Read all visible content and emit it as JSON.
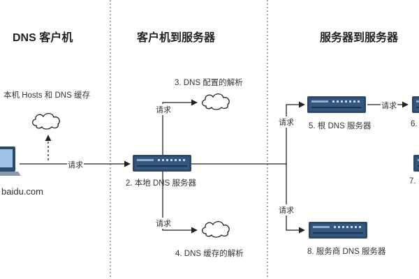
{
  "columns": {
    "client": "DNS 客户机",
    "client_to_server": "客户机到服务器",
    "server_to_server": "服务器到服务器"
  },
  "labels": {
    "local_hosts": "本机 Hosts 和 DNS 缓存",
    "domain": "baidu.com",
    "local_dns": "2. 本地 DNS 服务器",
    "dns_config": "3. DNS 配置的解析",
    "dns_cache": "4. DNS 缓存的解析",
    "root_dns": "5. 根 DNS 服务器",
    "server6": "6.",
    "server7": "7.",
    "isp_dns": "8. 服务商 DNS 服务器"
  },
  "request": "请求",
  "colors": {
    "server_body": "#2b4a6b",
    "line": "#222222",
    "divider": "#555555"
  }
}
